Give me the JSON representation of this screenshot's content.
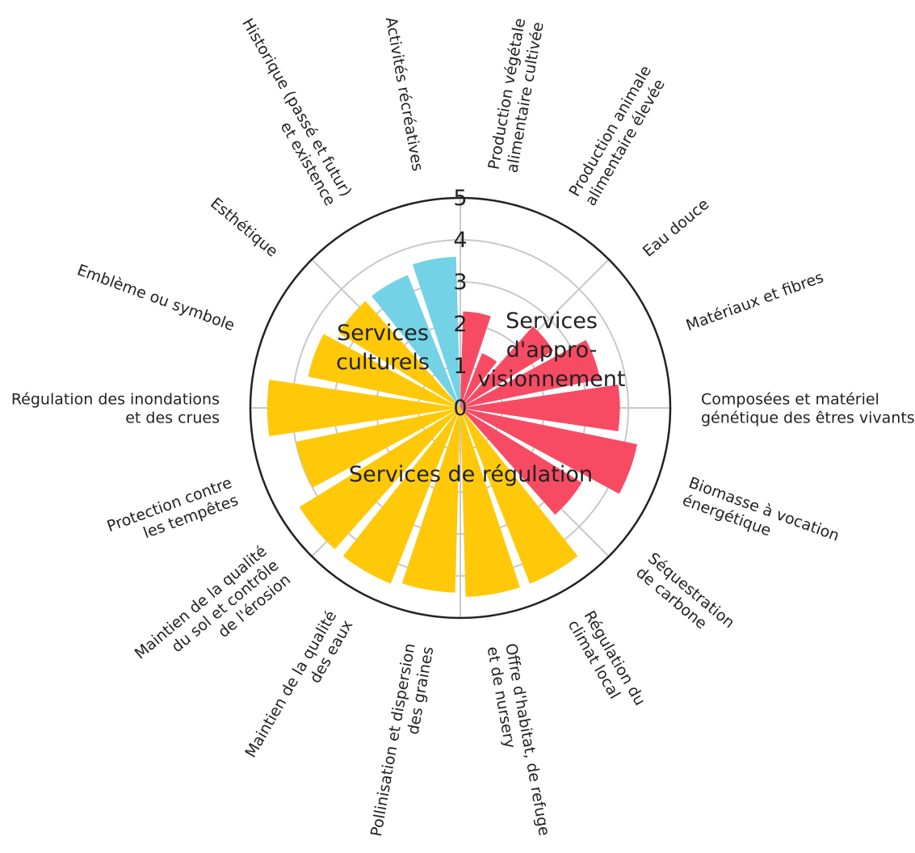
{
  "chart_data": {
    "type": "polar-bar",
    "radial_axis": {
      "min": 0,
      "max": 5,
      "ticks": [
        "0",
        "1",
        "2",
        "3",
        "4",
        "5"
      ]
    },
    "grid": true,
    "categories": [
      {
        "lines": [
          "Production végétale",
          "alimentaire cultivée"
        ],
        "value": 2.3,
        "group": "approvisionnement"
      },
      {
        "lines": [
          "Production animale",
          "alimentaire élevée"
        ],
        "value": 1.4,
        "group": "approvisionnement"
      },
      {
        "lines": [
          "Eau douce"
        ],
        "value": 2.6,
        "group": "approvisionnement"
      },
      {
        "lines": [
          "Matériaux et fibres"
        ],
        "value": 3.4,
        "group": "approvisionnement"
      },
      {
        "lines": [
          "Composées et matériel",
          "génétique des êtres vivants"
        ],
        "value": 3.8,
        "group": "approvisionnement"
      },
      {
        "lines": [
          "Biomasse à vocation",
          "énergétique"
        ],
        "value": 4.3,
        "group": "approvisionnement"
      },
      {
        "lines": [
          "Séquestration",
          "de carbone"
        ],
        "value": 3.4,
        "group": "approvisionnement"
      },
      {
        "lines": [
          "Régulation du",
          "climat local"
        ],
        "value": 4.5,
        "group": "regulation"
      },
      {
        "lines": [
          "Offre d'habitat, de refuge",
          "et de nursery"
        ],
        "value": 4.5,
        "group": "regulation"
      },
      {
        "lines": [
          "Pollinisation et dispersion",
          "des graines"
        ],
        "value": 4.4,
        "group": "regulation"
      },
      {
        "lines": [
          "Maintien de la qualité",
          "des eaux"
        ],
        "value": 4.5,
        "group": "regulation"
      },
      {
        "lines": [
          "Maintien de la qualité",
          "du sol et contrôle",
          "de l'érosion"
        ],
        "value": 4.5,
        "group": "regulation"
      },
      {
        "lines": [
          "Protection contre",
          "les tempêtes"
        ],
        "value": 4.0,
        "group": "regulation"
      },
      {
        "lines": [
          "Régulation des inondations",
          "et des crues"
        ],
        "value": 4.6,
        "group": "regulation"
      },
      {
        "lines": [
          "Emblème ou symbole"
        ],
        "value": 3.7,
        "group": "regulation"
      },
      {
        "lines": [
          "Esthétique"
        ],
        "value": 3.4,
        "group": "regulation"
      },
      {
        "lines": [
          "Historique (passé et futur)",
          "et existence"
        ],
        "value": 3.4,
        "group": "culturels"
      },
      {
        "lines": [
          "Activités récréatives"
        ],
        "value": 3.6,
        "group": "culturels"
      }
    ],
    "group_labels": [
      {
        "key": "culturels",
        "lines": [
          "Services",
          "culturels"
        ]
      },
      {
        "key": "approvisionnement",
        "lines": [
          "Services",
          "d'appro-",
          "visionnement"
        ]
      },
      {
        "key": "regulation",
        "lines": [
          "Services de régulation"
        ]
      }
    ],
    "colors": {
      "approvisionnement": "#f74b64",
      "regulation": "#ffc90a",
      "culturels": "#73d2e6",
      "grid": "#c8c8c8",
      "outline": "#222222"
    }
  }
}
